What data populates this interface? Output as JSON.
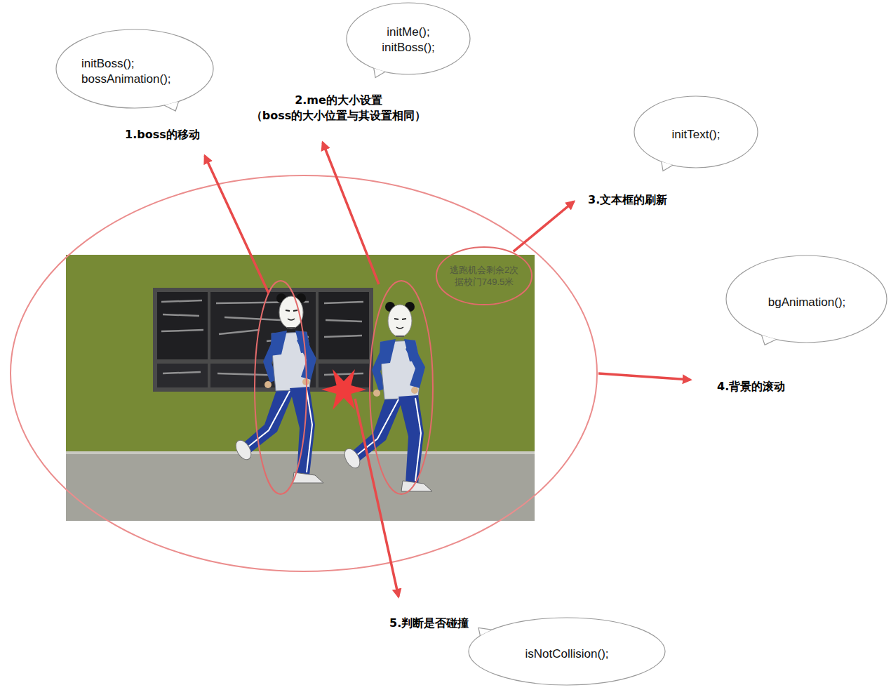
{
  "diagram": {
    "nodes": [
      {
        "text": [
          "initBoss(); bossAnimation();",
          "1.boss的移动"
        ]
      },
      {
        "text": [
          "initMe(); initBoss();",
          "2.me的大小设置 （boss的大小位置与其设置相同）"
        ]
      },
      {
        "text": [
          "initText();",
          "3.文本框的刷新"
        ]
      },
      {
        "text": [
          "逃跑机会剩余2次 据校门749.5米"
        ]
      },
      {
        "text": [
          "bgAnimation();",
          "4.背景的滚动"
        ]
      },
      {
        "text": [
          "5.判断是否碰撞",
          "isNotCollision();"
        ]
      }
    ],
    "edges": [
      {
        "from": 3,
        "to": 2,
        "arrow": "to"
      }
    ]
  }
}
